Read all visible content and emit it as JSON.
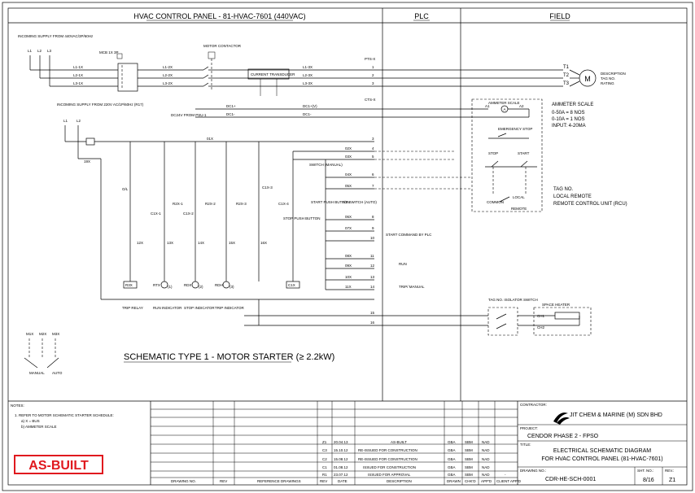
{
  "header": {
    "section_panel": "HVAC CONTROL PANEL - 81-HVAC-7601 (440VAC)",
    "section_plc": "PLC",
    "section_field": "FIELD"
  },
  "supply": {
    "incoming_main": "INCOMING SUPPLY FROM 440VAC/3P/60Hz",
    "phases": [
      "L1",
      "L2",
      "L3"
    ],
    "mcb": "MCB 1X 3P",
    "contactor": "MOTOR CONTACTOR",
    "line_in": [
      "L1-1X",
      "L2-1X",
      "L3-1X"
    ],
    "line_mid": [
      "L1-2X",
      "L2-2X",
      "L3-2X"
    ],
    "line_out": [
      "L1-3X",
      "L2-3X",
      "L3-3X"
    ],
    "current_transducer": "CURRENT TRANSDUCER",
    "terminal_pts": "PTS-X",
    "incoming_ctrl": "INCOMING SUPPLY FROM 220V AC/1P/60Hz (R17)",
    "ctrl_lines": [
      "L1",
      "L2"
    ],
    "dc_from": "DC24V FROM PSU-1",
    "dc_labels": [
      "DC1+",
      "DC1-",
      "DC1+(V)",
      "DC1-"
    ],
    "cts": "CTS-X"
  },
  "motor": {
    "terminals": [
      "T1",
      "T2",
      "T3"
    ],
    "symbol": "M",
    "desc": [
      "DESCRIPTION",
      "TAG NO.",
      "RATING"
    ]
  },
  "ammeter": {
    "title": "AMMETER SCALE",
    "lines": [
      "0-50A = 8 NOS",
      "0-10A = 1 NOS",
      "INPUT: 4-20MA"
    ],
    "box_label": "AMMETER SCALE",
    "a_terms": [
      "A1",
      "A",
      "A2"
    ],
    "estop": "EMERGENCY STOP",
    "stop": "STOP",
    "start": "START",
    "common": "COMMON",
    "local": "LOCAL",
    "remote": "REMOTE"
  },
  "rcu": {
    "lines": [
      "TAG NO.",
      "LOCAL REMOTE",
      "REMOTE CONTROL UNIT (RCU)"
    ]
  },
  "control": {
    "labels": [
      "O/L",
      "C1X-1",
      "R2X-1",
      "C1X-2",
      "R2X-2",
      "R2X-3",
      "C1X-3",
      "C1X-4",
      "O/L"
    ],
    "wires": [
      "01X",
      "12X",
      "13X",
      "14X",
      "15X",
      "16X",
      "19X",
      "02X",
      "03X",
      "04X",
      "05X",
      "06X",
      "07X",
      "08X",
      "09X",
      "10X",
      "11X",
      "12X"
    ],
    "switch_manual": "SWITCH (MANUAL)",
    "start_push": "START PUSH BUTTON",
    "stop_push": "STOP PUSH BUTTON",
    "a_switch": "A/X SWITCH (AUTO)",
    "start_cmd": "START COMMAND BY PLC",
    "run": "RUN",
    "trip_manual": "TRIP/ MANUAL",
    "coils": [
      "R3X",
      "RTX",
      "RDX",
      "RDH",
      "C1X"
    ],
    "coil_nums": [
      "(1)",
      "(2)",
      "(3)",
      "(4)"
    ],
    "indicators": [
      "TRIP RELAY",
      "RUN INDICATOR",
      "STOP INDICATOR",
      "TRIP INDICATOR"
    ],
    "terminal_nums": [
      "1",
      "2",
      "3",
      "4",
      "5",
      "6",
      "7",
      "8",
      "9",
      "10",
      "11",
      "12",
      "13",
      "14",
      "15",
      "16"
    ],
    "m1x_m2x_m3x": [
      "M1X",
      "M2X",
      "M3X"
    ],
    "manual_auto": [
      "MANUAL",
      "AUTO"
    ]
  },
  "heater": {
    "isolator": "TAG NO. ISOLATOR SWITCH",
    "title": "SPACE HEATER",
    "ch": [
      "CH1",
      "CH2"
    ]
  },
  "schematic_title": "SCHEMATIC TYPE 1 - MOTOR STARTER (≥ 2.2kW)",
  "notes": {
    "title": "NOTES:",
    "items": [
      "1. REFER TO MOTOR SCHEMATIC STARTER SCHEDULE:",
      "a) X = BUS",
      "b) AMMETER SCALE"
    ]
  },
  "revisions": [
    {
      "rev": "Z1",
      "date": "20.04.13",
      "desc": "AS-BUILT",
      "drawn": "GBA",
      "chkd": "SBM",
      "appd": "NAD",
      "client": ""
    },
    {
      "rev": "C3",
      "date": "15.10.12",
      "desc": "RE-ISSUED FOR CONSTRUCTION",
      "drawn": "GBA",
      "chkd": "SBM",
      "appd": "NAD",
      "client": ""
    },
    {
      "rev": "C2",
      "date": "15.08.12",
      "desc": "RE-ISSUED FOR CONSTRUCTION",
      "drawn": "GBA",
      "chkd": "SBM",
      "appd": "NAD",
      "client": ""
    },
    {
      "rev": "C1",
      "date": "01.08.12",
      "desc": "ISSUED FOR CONSTRUCTION",
      "drawn": "GBA",
      "chkd": "SBM",
      "appd": "NAD",
      "client": ""
    },
    {
      "rev": "R1",
      "date": "23.07.12",
      "desc": "ISSUED FOR APPROVAL",
      "drawn": "GBA",
      "chkd": "SBM",
      "appd": "NAD",
      "client": "-"
    }
  ],
  "table_headers": [
    "DRAWING NO.",
    "REV",
    "REFERENCE DRAWINGS",
    "REV",
    "DATE",
    "DESCRIPTION",
    "DRAWN",
    "CHK'D",
    "APP'D",
    "CLIENT APP'D"
  ],
  "title_block": {
    "contractor_label": "CONTRACTOR:",
    "contractor": "JIT CHEM & MARINE (M) SDN BHD",
    "project_label": "PROJECT:",
    "project": "CENDOR PHASE 2 - FPSO",
    "title_label": "TITLE:",
    "title_line1": "ELECTRICAL SCHEMATIC DIAGRAM",
    "title_line2": "FOR HVAC CONTROL PANEL (81-HVAC-7601)",
    "drawing_no_label": "DRAWING NO.:",
    "drawing_no": "CDR-HE-SCH-0001",
    "sht_label": "SHT. NO.:",
    "sht": "8/16",
    "rev_label": "REV.:",
    "rev": "Z1"
  },
  "stamp": "AS-BUILT"
}
